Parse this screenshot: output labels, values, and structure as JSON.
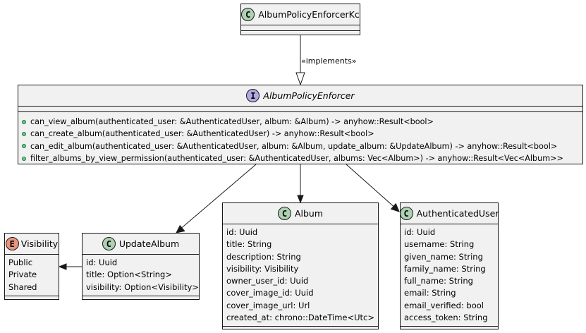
{
  "colors": {
    "class_fill": "#f1f1f1",
    "border": "#181818",
    "class_badge": "#add1b2",
    "interface_badge": "#b4a7e5",
    "enum_badge": "#eb937f",
    "public_method_dot": "#84be84"
  },
  "classes": {
    "enforcer_kc": {
      "stereotype_icon": "C",
      "name": "AlbumPolicyEnforcerKc"
    },
    "enforcer": {
      "stereotype_icon": "I",
      "name": "AlbumPolicyEnforcer",
      "methods": [
        "can_view_album(authenticated_user: &AuthenticatedUser, album: &Album) -> anyhow::Result<bool>",
        "can_create_album(authenticated_user: &AuthenticatedUser) -> anyhow::Result<bool>",
        "can_edit_album(authenticated_user: &AuthenticatedUser, album: &Album, update_album: &UpdateAlbum) -> anyhow::Result<bool>",
        "filter_albums_by_view_permission(authenticated_user: &AuthenticatedUser, albums: Vec<Album>) -> anyhow::Result<Vec<Album>>"
      ]
    },
    "visibility": {
      "stereotype_icon": "E",
      "name": "Visibility",
      "values": [
        "Public",
        "Private",
        "Shared"
      ]
    },
    "update_album": {
      "stereotype_icon": "C",
      "name": "UpdateAlbum",
      "fields": [
        "id: Uuid",
        "title: Option<String>",
        "visibility: Option<Visibility>"
      ]
    },
    "album": {
      "stereotype_icon": "C",
      "name": "Album",
      "fields": [
        "id: Uuid",
        "title: String",
        "description: String",
        "visibility: Visibility",
        "owner_user_id: Uuid",
        "cover_image_id: Uuid",
        "cover_image_url: Url",
        "created_at: chrono::DateTime<Utc>"
      ]
    },
    "authenticated_user": {
      "stereotype_icon": "C",
      "name": "AuthenticatedUser",
      "fields": [
        "id: Uuid",
        "username: String",
        "given_name: String",
        "family_name: String",
        "full_name: String",
        "email: String",
        "email_verified: bool",
        "access_token: String"
      ]
    }
  },
  "relations": {
    "implements_label": "«implements»"
  }
}
